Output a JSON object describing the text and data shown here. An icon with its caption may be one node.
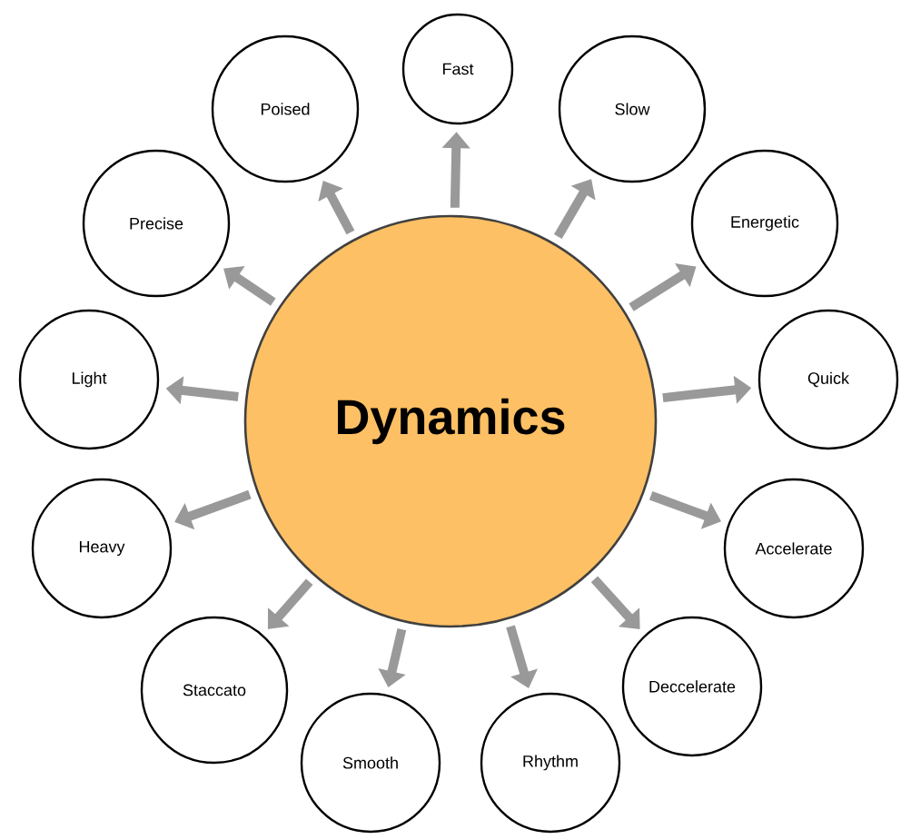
{
  "diagram": {
    "nodes": [
      {
        "text": [
          "Dynamics"
        ]
      },
      {
        "text": [
          "Fast"
        ]
      },
      {
        "text": [
          "Slow"
        ]
      },
      {
        "text": [
          "Energetic"
        ]
      },
      {
        "text": [
          "Quick"
        ]
      },
      {
        "text": [
          "Accelerate"
        ]
      },
      {
        "text": [
          "Deccelerate"
        ]
      },
      {
        "text": [
          "Rhythm"
        ]
      },
      {
        "text": [
          "Smooth"
        ]
      },
      {
        "text": [
          "Staccato"
        ]
      },
      {
        "text": [
          "Heavy"
        ]
      },
      {
        "text": [
          "Light"
        ]
      },
      {
        "text": [
          "Precise"
        ]
      },
      {
        "text": [
          "Poised"
        ]
      }
    ],
    "edges": [
      {
        "from": 0,
        "to": 1,
        "arrow": "to"
      },
      {
        "from": 0,
        "to": 2,
        "arrow": "to"
      },
      {
        "from": 0,
        "to": 3,
        "arrow": "to"
      },
      {
        "from": 0,
        "to": 4,
        "arrow": "to"
      },
      {
        "from": 0,
        "to": 5,
        "arrow": "to"
      },
      {
        "from": 0,
        "to": 6,
        "arrow": "to"
      },
      {
        "from": 0,
        "to": 7,
        "arrow": "to"
      },
      {
        "from": 0,
        "to": 8,
        "arrow": "to"
      },
      {
        "from": 0,
        "to": 9,
        "arrow": "to"
      },
      {
        "from": 0,
        "to": 10,
        "arrow": "to"
      },
      {
        "from": 0,
        "to": 11,
        "arrow": "to"
      },
      {
        "from": 0,
        "to": 12,
        "arrow": "to"
      },
      {
        "from": 0,
        "to": 13,
        "arrow": "to"
      }
    ]
  }
}
